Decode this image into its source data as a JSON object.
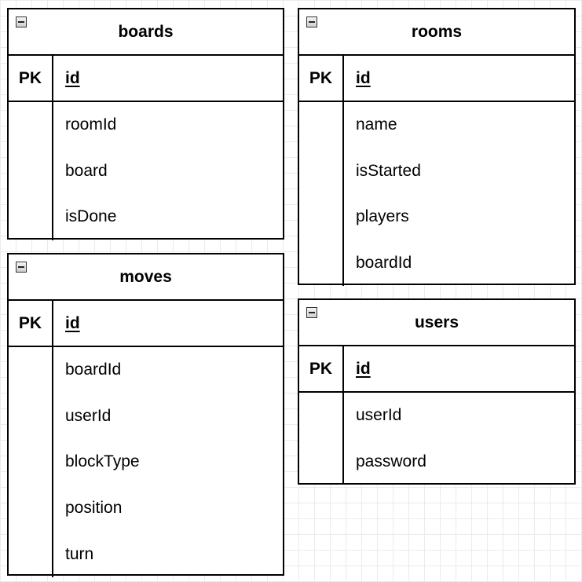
{
  "tables": {
    "boards": {
      "title": "boards",
      "pk_label": "PK",
      "pk_field": "id",
      "fields": [
        "roomId",
        "board",
        "isDone"
      ]
    },
    "rooms": {
      "title": "rooms",
      "pk_label": "PK",
      "pk_field": "id",
      "fields": [
        "name",
        "isStarted",
        "players",
        "boardId"
      ]
    },
    "moves": {
      "title": "moves",
      "pk_label": "PK",
      "pk_field": "id",
      "fields": [
        "boardId",
        "userId",
        "blockType",
        "position",
        "turn"
      ]
    },
    "users": {
      "title": "users",
      "pk_label": "PK",
      "pk_field": "id",
      "fields": [
        "userId",
        "password"
      ]
    }
  }
}
